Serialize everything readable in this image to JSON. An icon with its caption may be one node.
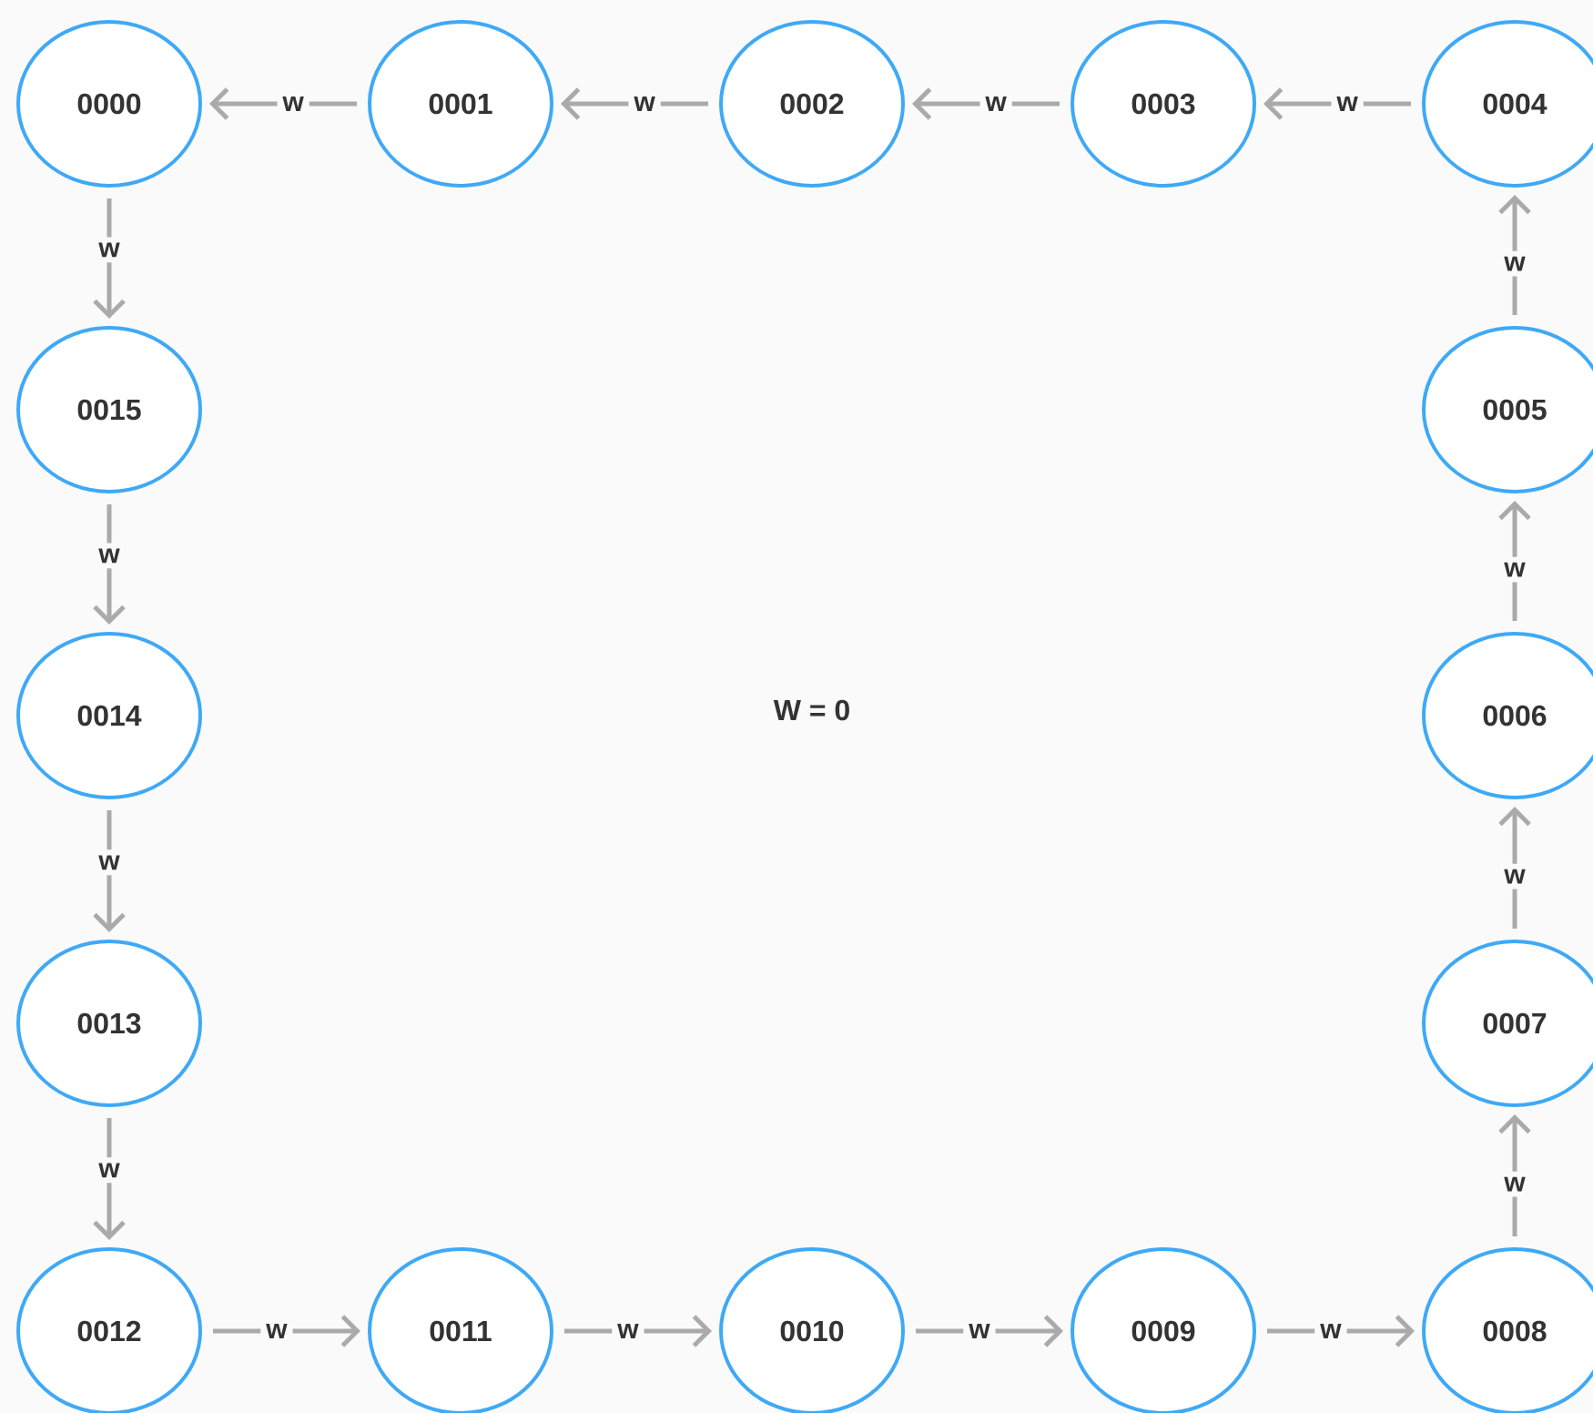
{
  "diagram": {
    "nodes": [
      {
        "text": [
          "0000"
        ]
      },
      {
        "text": [
          "0001"
        ]
      },
      {
        "text": [
          "0002"
        ]
      },
      {
        "text": [
          "0003"
        ]
      },
      {
        "text": [
          "0004"
        ]
      },
      {
        "text": [
          "0005"
        ]
      },
      {
        "text": [
          "0006"
        ]
      },
      {
        "text": [
          "0007"
        ]
      },
      {
        "text": [
          "0008"
        ]
      },
      {
        "text": [
          "0009"
        ]
      },
      {
        "text": [
          "0010"
        ]
      },
      {
        "text": [
          "0011"
        ]
      },
      {
        "text": [
          "0012"
        ]
      },
      {
        "text": [
          "0013"
        ]
      },
      {
        "text": [
          "0014"
        ]
      },
      {
        "text": [
          "0015"
        ]
      }
    ],
    "edges": [
      {
        "from": 1,
        "to": 0,
        "arrow": "to",
        "label": "w"
      },
      {
        "from": 2,
        "to": 1,
        "arrow": "to",
        "label": "w"
      },
      {
        "from": 3,
        "to": 2,
        "arrow": "to",
        "label": "w"
      },
      {
        "from": 4,
        "to": 3,
        "arrow": "to",
        "label": "w"
      },
      {
        "from": 5,
        "to": 4,
        "arrow": "to",
        "label": "w"
      },
      {
        "from": 6,
        "to": 5,
        "arrow": "to",
        "label": "w"
      },
      {
        "from": 7,
        "to": 6,
        "arrow": "to",
        "label": "w"
      },
      {
        "from": 8,
        "to": 7,
        "arrow": "to",
        "label": "w"
      },
      {
        "from": 9,
        "to": 8,
        "arrow": "to",
        "label": "w"
      },
      {
        "from": 10,
        "to": 9,
        "arrow": "to",
        "label": "w"
      },
      {
        "from": 11,
        "to": 10,
        "arrow": "to",
        "label": "w"
      },
      {
        "from": 12,
        "to": 11,
        "arrow": "to",
        "label": "w"
      },
      {
        "from": 13,
        "to": 12,
        "arrow": "to",
        "label": "w"
      },
      {
        "from": 14,
        "to": 13,
        "arrow": "to",
        "label": "w"
      },
      {
        "from": 15,
        "to": 14,
        "arrow": "to",
        "label": "w"
      },
      {
        "from": 0,
        "to": 15,
        "arrow": "to",
        "label": "w"
      }
    ],
    "labels": [
      "W = 0"
    ]
  }
}
